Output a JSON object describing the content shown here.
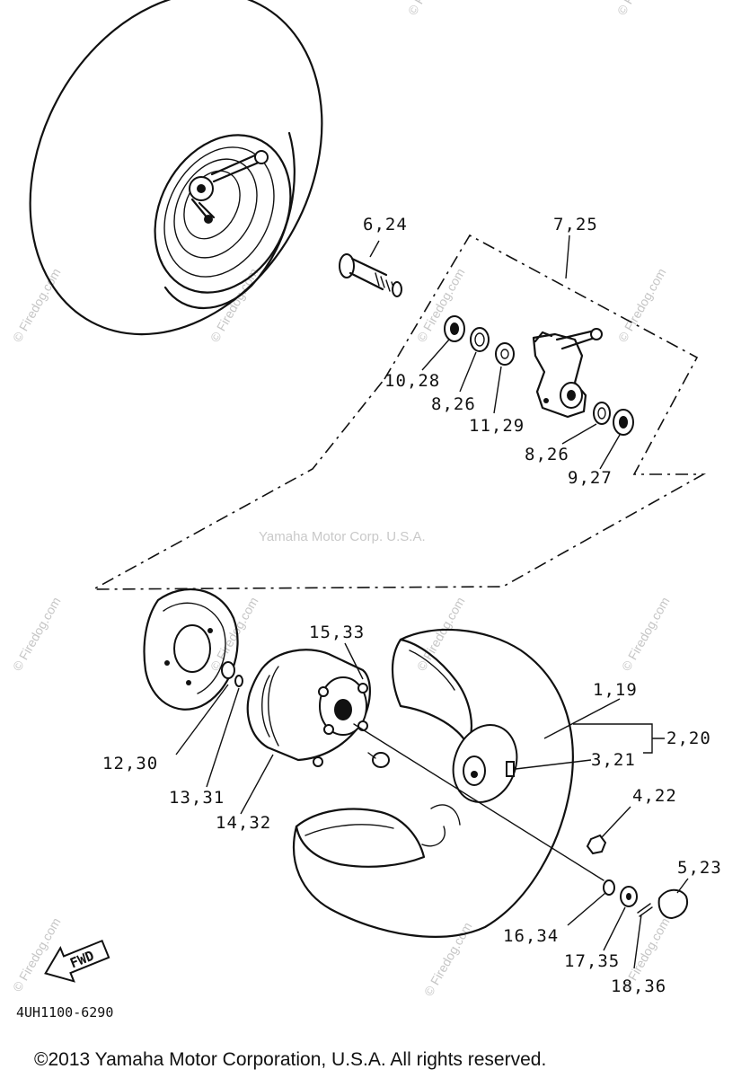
{
  "labels": {
    "p6_24": "6,24",
    "p7_25": "7,25",
    "p10_28": "10,28",
    "p8_26_a": "8,26",
    "p11_29": "11,29",
    "p8_26_b": "8,26",
    "p9_27": "9,27",
    "p15_33": "15,33",
    "p1_19": "1,19",
    "p2_20": "2,20",
    "p3_21": "3,21",
    "p12_30": "12,30",
    "p13_31": "13,31",
    "p14_32": "14,32",
    "p4_22": "4,22",
    "p5_23": "5,23",
    "p16_34": "16,34",
    "p17_35": "17,35",
    "p18_36": "18,36"
  },
  "fwd_label": "FWD",
  "drawing_id": "4UH1100-6290",
  "center_watermark": "Yamaha Motor Corp. U.S.A.",
  "watermark": "© Firedog.com",
  "copyright": "©2013 Yamaha Motor Corporation, U.S.A. All rights reserved."
}
